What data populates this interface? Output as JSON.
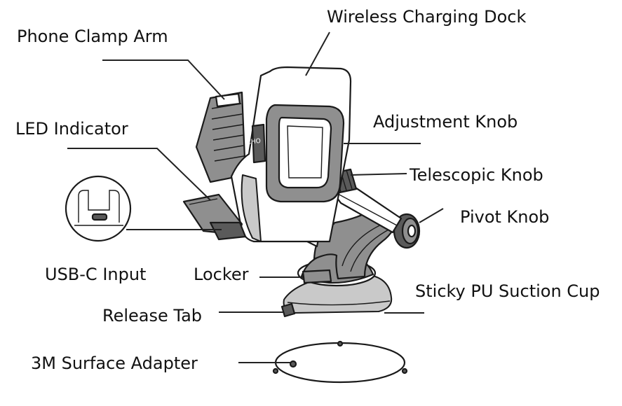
{
  "labels": {
    "wireless_charging_dock": "Wireless Charging Dock",
    "phone_clamp_arm": "Phone Clamp Arm",
    "led_indicator": "LED Indicator",
    "adjustment_knob": "Adjustment Knob",
    "telescopic_knob": "Telescopic Knob",
    "pivot_knob": "Pivot Knob",
    "usb_c_input": "USB-C Input",
    "locker": "Locker",
    "sticky_pu_suction_cup": "Sticky PU Suction Cup",
    "release_tab": "Release Tab",
    "surface_adapter_3m": "3M Surface Adapter"
  }
}
